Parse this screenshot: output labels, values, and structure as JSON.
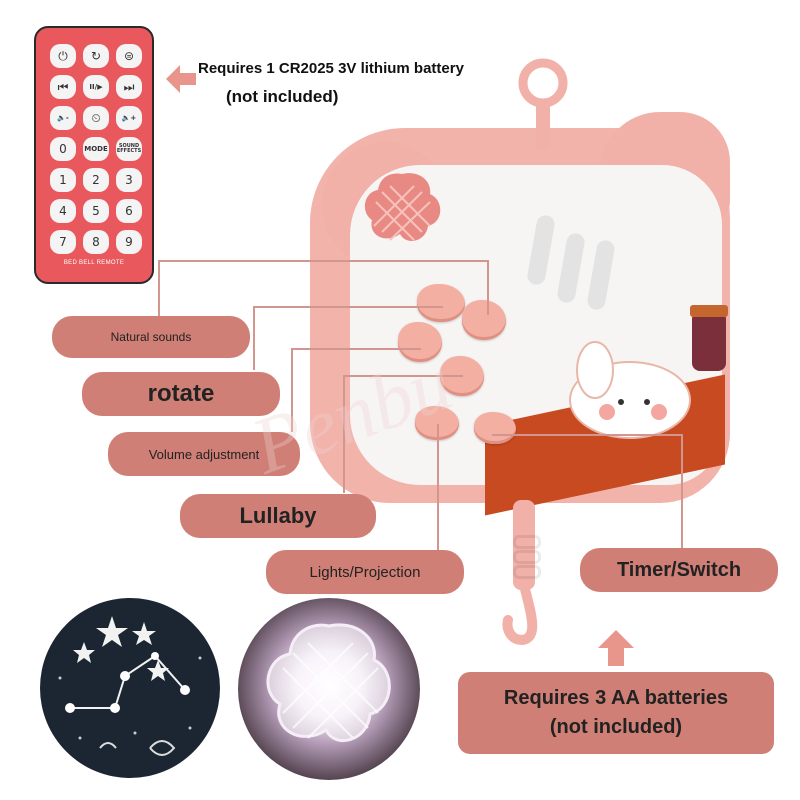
{
  "remote": {
    "rows": [
      [
        "⏻",
        "↻",
        "⊜"
      ],
      [
        "⏮",
        "II/▶",
        "⏭"
      ],
      [
        "🔈-",
        "⏲",
        "🔈+"
      ],
      [
        "0",
        "MODE",
        "SOUND EFFECTS"
      ],
      [
        "1",
        "2",
        "3"
      ],
      [
        "4",
        "5",
        "6"
      ],
      [
        "7",
        "8",
        "9"
      ]
    ],
    "label": "BED BELL REMOTE"
  },
  "notes": {
    "battery_remote_line1": "Requires 1 CR2025 3V lithium battery",
    "battery_remote_line2": "(not included)",
    "battery_device_line1": "Requires 3 AA batteries",
    "battery_device_line2": "(not included)"
  },
  "labels": {
    "natural_sounds": "Natural sounds",
    "rotate": "rotate",
    "volume": "Volume adjustment",
    "lullaby": "Lullaby",
    "lights": "Lights/Projection",
    "timer": "Timer/Switch"
  },
  "watermark": "Penbu",
  "colors": {
    "remote_red": "#e8585c",
    "label_pill": "#cf7f75",
    "device_pink": "#f2b3ab",
    "arrow_pink": "#e8958c"
  }
}
